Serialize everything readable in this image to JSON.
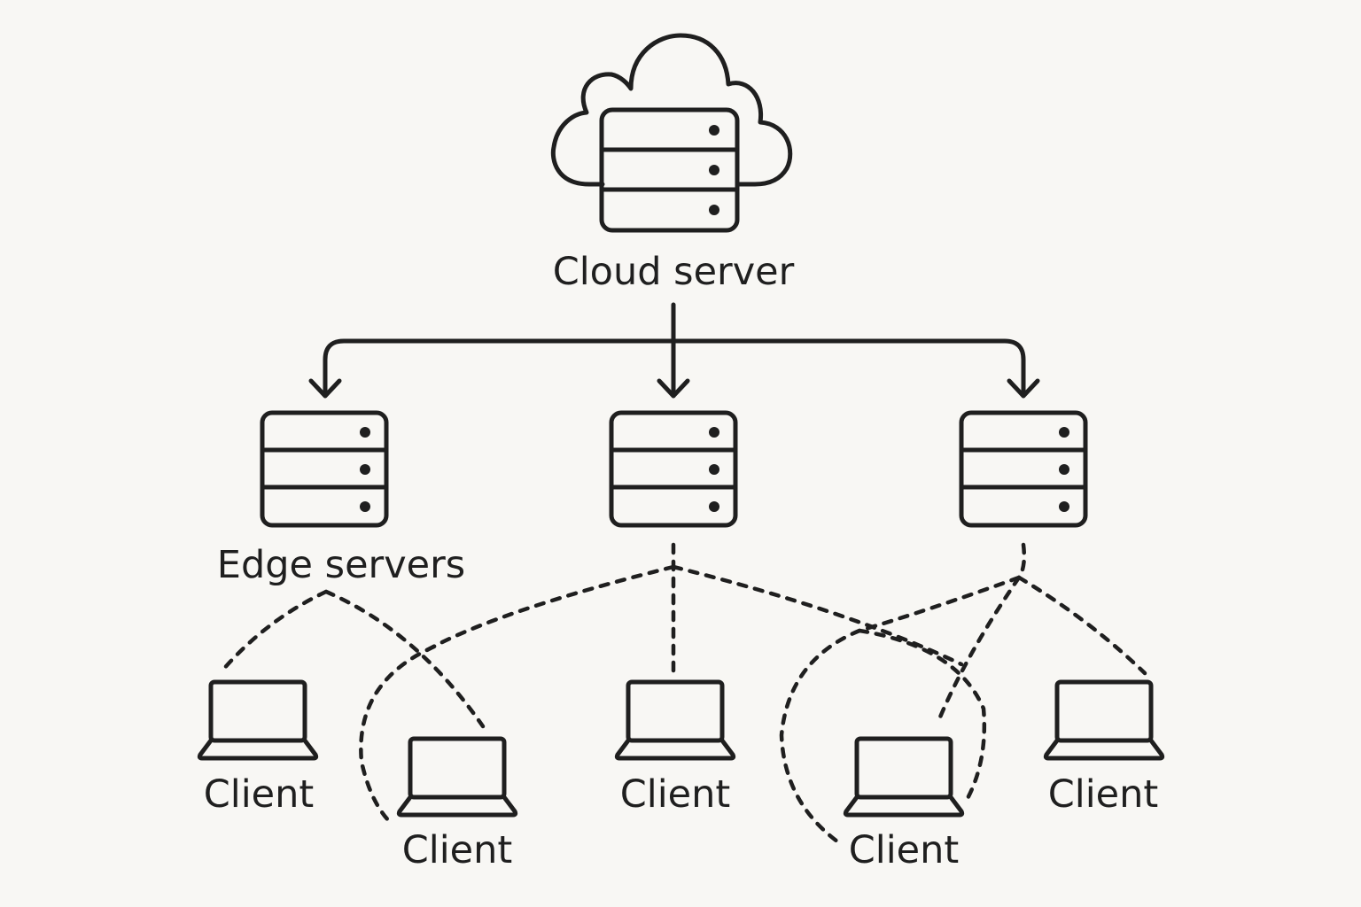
{
  "labels": {
    "cloud_server": "Cloud server",
    "edge_servers": "Edge servers",
    "client": "Client"
  },
  "nodes": {
    "cloud": {
      "name": "cloud-server",
      "icon": "cloud-server-icon",
      "label": "Cloud server"
    },
    "edges": [
      {
        "name": "edge-server-left",
        "icon": "server-rack-icon",
        "label": "Edge servers"
      },
      {
        "name": "edge-server-center",
        "icon": "server-rack-icon",
        "label": ""
      },
      {
        "name": "edge-server-right",
        "icon": "server-rack-icon",
        "label": ""
      }
    ],
    "clients": [
      {
        "name": "client-1",
        "icon": "laptop-icon",
        "label": "Client"
      },
      {
        "name": "client-2",
        "icon": "laptop-icon",
        "label": "Client"
      },
      {
        "name": "client-3",
        "icon": "laptop-icon",
        "label": "Client"
      },
      {
        "name": "client-4",
        "icon": "laptop-icon",
        "label": "Client"
      },
      {
        "name": "client-5",
        "icon": "laptop-icon",
        "label": "Client"
      }
    ]
  },
  "connections": {
    "solid_arrows": [
      {
        "from": "cloud-server",
        "to": "edge-server-left"
      },
      {
        "from": "cloud-server",
        "to": "edge-server-center"
      },
      {
        "from": "cloud-server",
        "to": "edge-server-right"
      }
    ],
    "dashed_links": [
      {
        "from": "edge-server-left",
        "to": "client-1"
      },
      {
        "from": "edge-server-left",
        "to": "client-2"
      },
      {
        "from": "edge-server-center",
        "to": "client-2"
      },
      {
        "from": "edge-server-center",
        "to": "client-3"
      },
      {
        "from": "edge-server-center",
        "to": "client-4"
      },
      {
        "from": "edge-server-right",
        "to": "client-4"
      },
      {
        "from": "edge-server-right",
        "to": "client-5"
      }
    ]
  },
  "colors": {
    "background": "#f8f7f4",
    "ink": "#1f1f1f"
  }
}
